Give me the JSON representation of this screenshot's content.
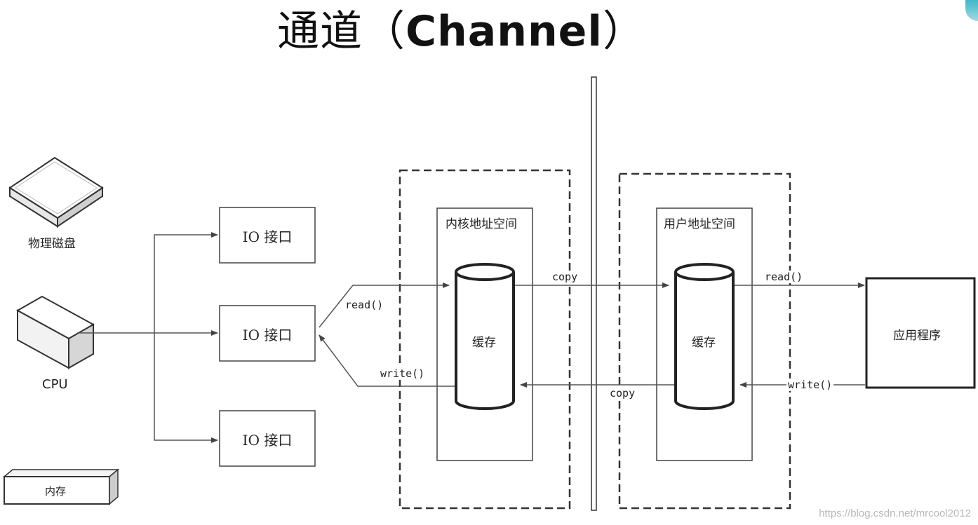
{
  "title": {
    "cjk": "通道（",
    "latin": "Channel",
    "close": "）"
  },
  "devices": {
    "disk": "物理磁盘",
    "cpu": "CPU",
    "memory": "内存"
  },
  "io_interfaces": [
    "IO 接口",
    "IO 接口",
    "IO 接口"
  ],
  "kernel": {
    "label": "内核地址空间",
    "buffer": "缓存"
  },
  "user": {
    "label": "用户地址空间",
    "buffer": "缓存"
  },
  "application": "应用程序",
  "arrows": {
    "read_left": "read()",
    "write_left": "write()",
    "copy_top": "copy",
    "copy_bottom": "copy",
    "read_right": "read()",
    "write_right": "write()"
  },
  "watermark": "https://blog.csdn.net/mrcool2012"
}
